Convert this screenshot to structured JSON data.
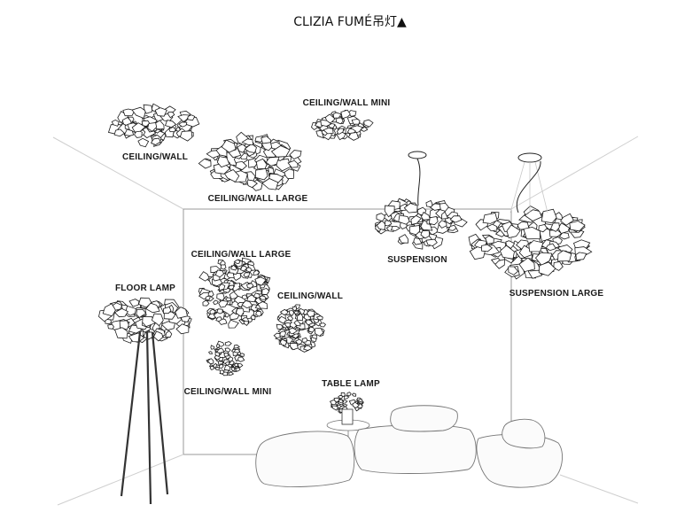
{
  "title": "CLIZIA FUMÉ吊灯▲",
  "labels": {
    "ceiling_wall_top": "CEILING/WALL",
    "ceiling_wall_large_top": "CEILING/WALL LARGE",
    "ceiling_wall_mini_top": "CEILING/WALL MINI",
    "suspension": "SUSPENSION",
    "suspension_large": "SUSPENSION LARGE",
    "floor_lamp": "FLOOR LAMP",
    "ceiling_wall_large_wall": "CEILING/WALL LARGE",
    "ceiling_wall_wall": "CEILING/WALL",
    "ceiling_wall_mini_wall": "CEILING/WALL MINI",
    "table_lamp": "TABLE LAMP"
  },
  "lamps": [
    {
      "id": "ceiling-wall",
      "view": "side"
    },
    {
      "id": "ceiling-wall-large",
      "view": "side"
    },
    {
      "id": "ceiling-wall-mini",
      "view": "side"
    },
    {
      "id": "suspension",
      "view": "side"
    },
    {
      "id": "suspension-large",
      "view": "side"
    },
    {
      "id": "floor-lamp",
      "view": "side"
    },
    {
      "id": "ceiling-wall-large",
      "view": "front"
    },
    {
      "id": "ceiling-wall",
      "view": "front"
    },
    {
      "id": "ceiling-wall-mini",
      "view": "front"
    },
    {
      "id": "table-lamp",
      "view": "side"
    }
  ]
}
